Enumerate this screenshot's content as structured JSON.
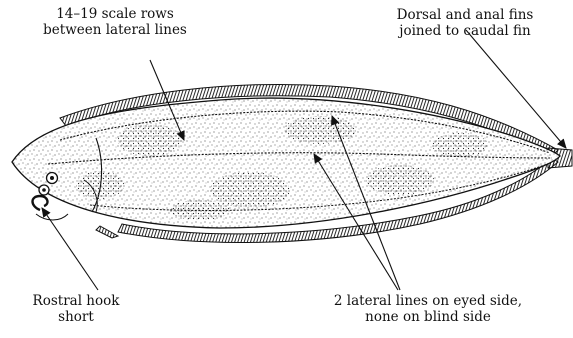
{
  "annotations": {
    "scale_rows": {
      "line1": "14–19 scale rows",
      "line2": "between lateral lines"
    },
    "dorsal_anal": {
      "line1": "Dorsal and anal fins",
      "line2": "joined to caudal fin"
    },
    "rostral_hook": {
      "line1": "Rostral hook",
      "line2": "short"
    },
    "lateral_lines": {
      "line1": "2 lateral lines on eyed side,",
      "line2": "none on blind side"
    }
  },
  "colors": {
    "ink": "#111111",
    "background": "#ffffff"
  }
}
